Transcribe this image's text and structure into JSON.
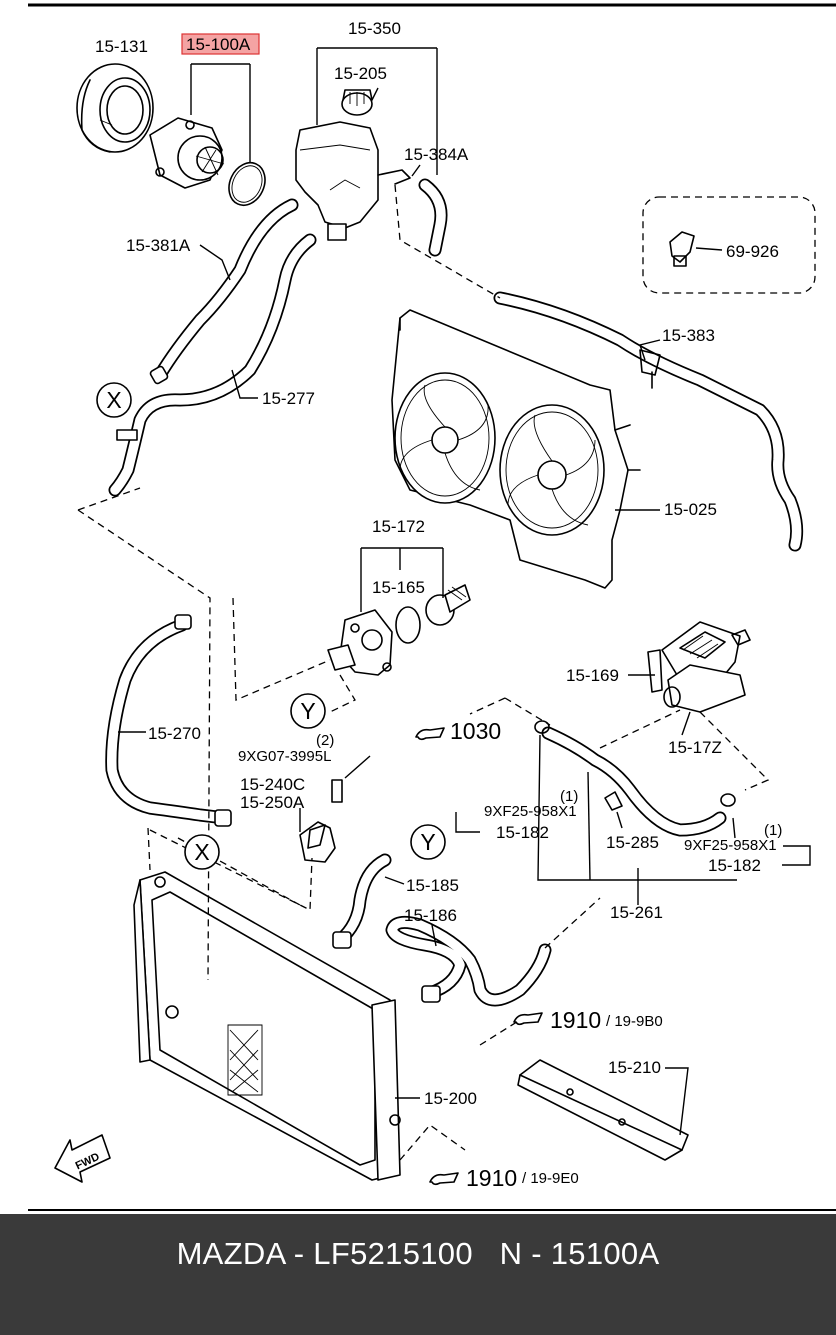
{
  "diagram": {
    "highlight_color": "#f4a3a3",
    "labels": {
      "p15_131": "15-131",
      "p15_100A": "15-100A",
      "p15_350": "15-350",
      "p15_205": "15-205",
      "p15_384A": "15-384A",
      "p15_381A": "15-381A",
      "p15_277": "15-277",
      "p69_926": "69-926",
      "p15_383": "15-383",
      "p15_025": "15-025",
      "p15_172": "15-172",
      "p15_165": "15-165",
      "p15_169": "15-169",
      "p15_17Z": "15-17Z",
      "p15_270": "15-270",
      "ref_1030": "1030",
      "qty_2": "(2)",
      "p9XG07": "9XG07-3995L",
      "p15_240C": "15-240C",
      "p15_250A": "15-250A",
      "qty_1a": "(1)",
      "p9XF25a": "9XF25-958X1",
      "p15_182a": "15-182",
      "p15_285": "15-285",
      "qty_1b": "(1)",
      "p9XF25b": "9XF25-958X1",
      "p15_182b": "15-182",
      "p15_185": "15-185",
      "p15_186": "15-186",
      "p15_261": "15-261",
      "ref_1910a": "1910",
      "ref_sub_a": "/ 19-9B0",
      "p15_210": "15-210",
      "p15_200": "15-200",
      "ref_1910b": "1910",
      "ref_sub_b": "/ 19-9E0",
      "marker_x": "X",
      "marker_y": "Y",
      "fwd": "FWD"
    }
  },
  "footer": {
    "brand": "MAZDA",
    "part_number": "LF5215100",
    "ref_code": "N - 15100A",
    "background": "#3a3a3a",
    "text": "MAZDA - LF5215100   N - 15100A"
  }
}
